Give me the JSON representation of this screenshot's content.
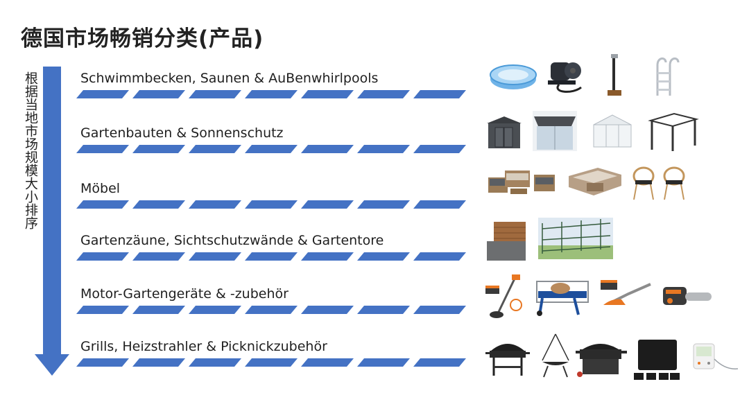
{
  "title": "德国市场畅销分类(产品)",
  "side_label": "根据当地市场规模大小排序",
  "colors": {
    "accent": "#4472C4",
    "text": "#1f1f1f"
  },
  "categories": [
    {
      "label": "Schwimmbecken, Saunen & AuBenwhirlpools",
      "products": [
        "inflatable-pool-icon",
        "pool-pump-icon",
        "garden-shower-icon",
        "pool-ladder-icon"
      ]
    },
    {
      "label": "Gartenbauten & Sonnenschutz",
      "products": [
        "garden-shed-icon",
        "awning-icon",
        "greenhouse-icon",
        "pergola-icon"
      ]
    },
    {
      "label": "Möbel",
      "products": [
        "rattan-sofa-set-icon",
        "corner-lounge-set-icon",
        "rattan-chairs-icon"
      ]
    },
    {
      "label": "Gartenzäune, Sichtschutzwände & Gartentore",
      "products": [
        "privacy-screen-icon",
        "metal-fence-icon"
      ]
    },
    {
      "label": "Motor-Gartengeräte & -zubehör",
      "products": [
        "grass-trimmer-icon",
        "log-splitter-icon",
        "hedge-trimmer-icon",
        "chainsaw-icon"
      ]
    },
    {
      "label": "Grills, Heizstrahler & Picknickzubehör",
      "products": [
        "charcoal-grill-icon",
        "fire-pit-icon",
        "gas-grill-icon",
        "grill-mat-icon",
        "grill-thermometer-icon"
      ]
    }
  ]
}
